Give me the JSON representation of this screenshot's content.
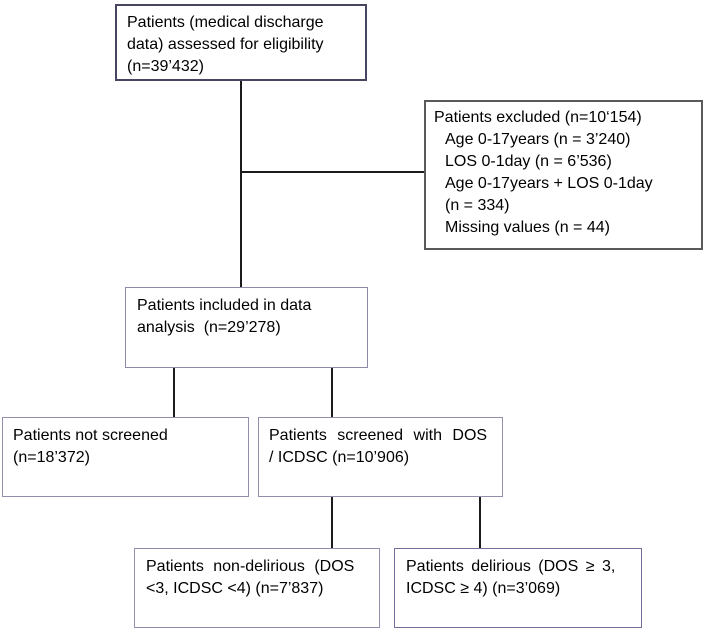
{
  "figure": {
    "type": "patient-flow-diagram",
    "background_color": "#ffffff",
    "text_color": "#000000",
    "connector_color": "#1b1b1b",
    "box_border_dark": "#464660",
    "box_border_gray": "#595959",
    "box_border_light": "#9090ac"
  },
  "boxes": {
    "eligibility": {
      "lines": [
        "Patients (medical discharge",
        "data) assessed for eligibility",
        "(n=39’432)"
      ]
    },
    "excluded": {
      "lines": [
        "Patients excluded (n=10‘154)",
        "Age 0-17years (n = 3’240)",
        "LOS 0-1day (n = 6’536)",
        "Age 0-17years + LOS 0-1day",
        "(n = 334)",
        "Missing values (n = 44)"
      ]
    },
    "included": {
      "lines": [
        "Patients included in data",
        "analysis  (n=29’278)"
      ]
    },
    "not_screened": {
      "lines": [
        "Patients not screened",
        "(n=18’372)"
      ]
    },
    "screened": {
      "lines": [
        "Patients screened with DOS",
        "/ ICDSC (n=10’906)"
      ]
    },
    "non_delirious": {
      "lines": [
        "Patients non-delirious (DOS",
        "<3, ICDSC <4) (n=7’837)"
      ]
    },
    "delirious": {
      "lines": [
        "Patients delirious (DOS ≥ 3,",
        "ICDSC ≥ 4) (n=3’069)"
      ]
    }
  }
}
